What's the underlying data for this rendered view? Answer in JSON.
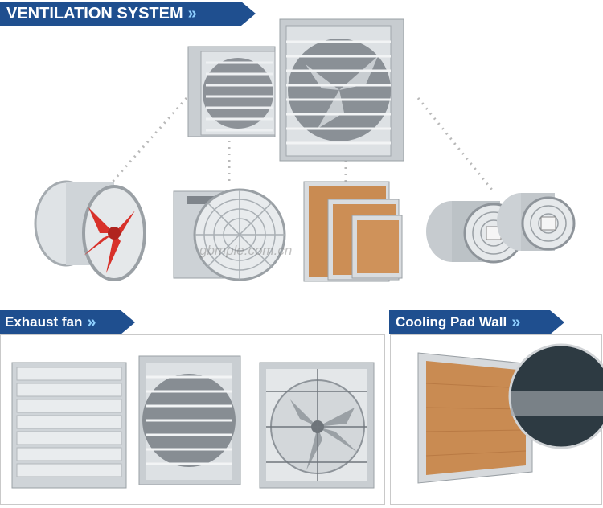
{
  "banners": {
    "main": "VENTILATION SYSTEM",
    "exhaust": "Exhaust fan",
    "cooling": "Cooling Pad Wall",
    "chevrons": "»"
  },
  "watermark": "gbmple.com.cn",
  "colors": {
    "banner_bg": "#1f4f8f",
    "chevron": "#8fd0ff",
    "metal": "#c4c9cd",
    "pad": "#c98b52",
    "fan_red": "#d8312a"
  },
  "icons": [
    "box-exhaust-fan-icon",
    "cone-fan-icon",
    "cooling-pad-icon",
    "circulation-fan-icon",
    "axial-fan-icon"
  ]
}
